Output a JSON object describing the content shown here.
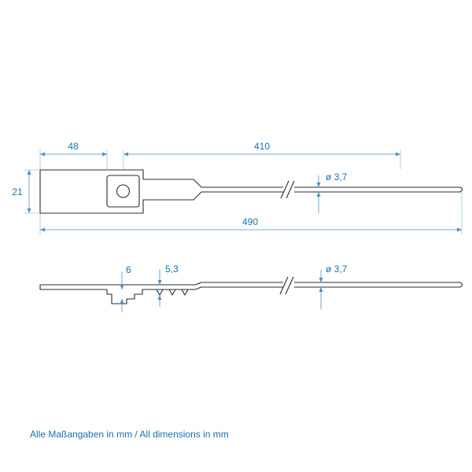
{
  "top_view": {
    "dim_head_length": "48",
    "dim_tail_length": "410",
    "dim_head_height": "21",
    "dim_diameter": "ø 3,7",
    "dim_total_length": "490"
  },
  "side_view": {
    "dim_hook": "6",
    "dim_tooth": "5,3",
    "dim_diameter": "ø 3,7"
  },
  "footnote": "Alle Maßangaben in mm / All dimensions in mm",
  "colors": {
    "dimension": "#1a6fb0",
    "outline": "#2b2b2b"
  }
}
